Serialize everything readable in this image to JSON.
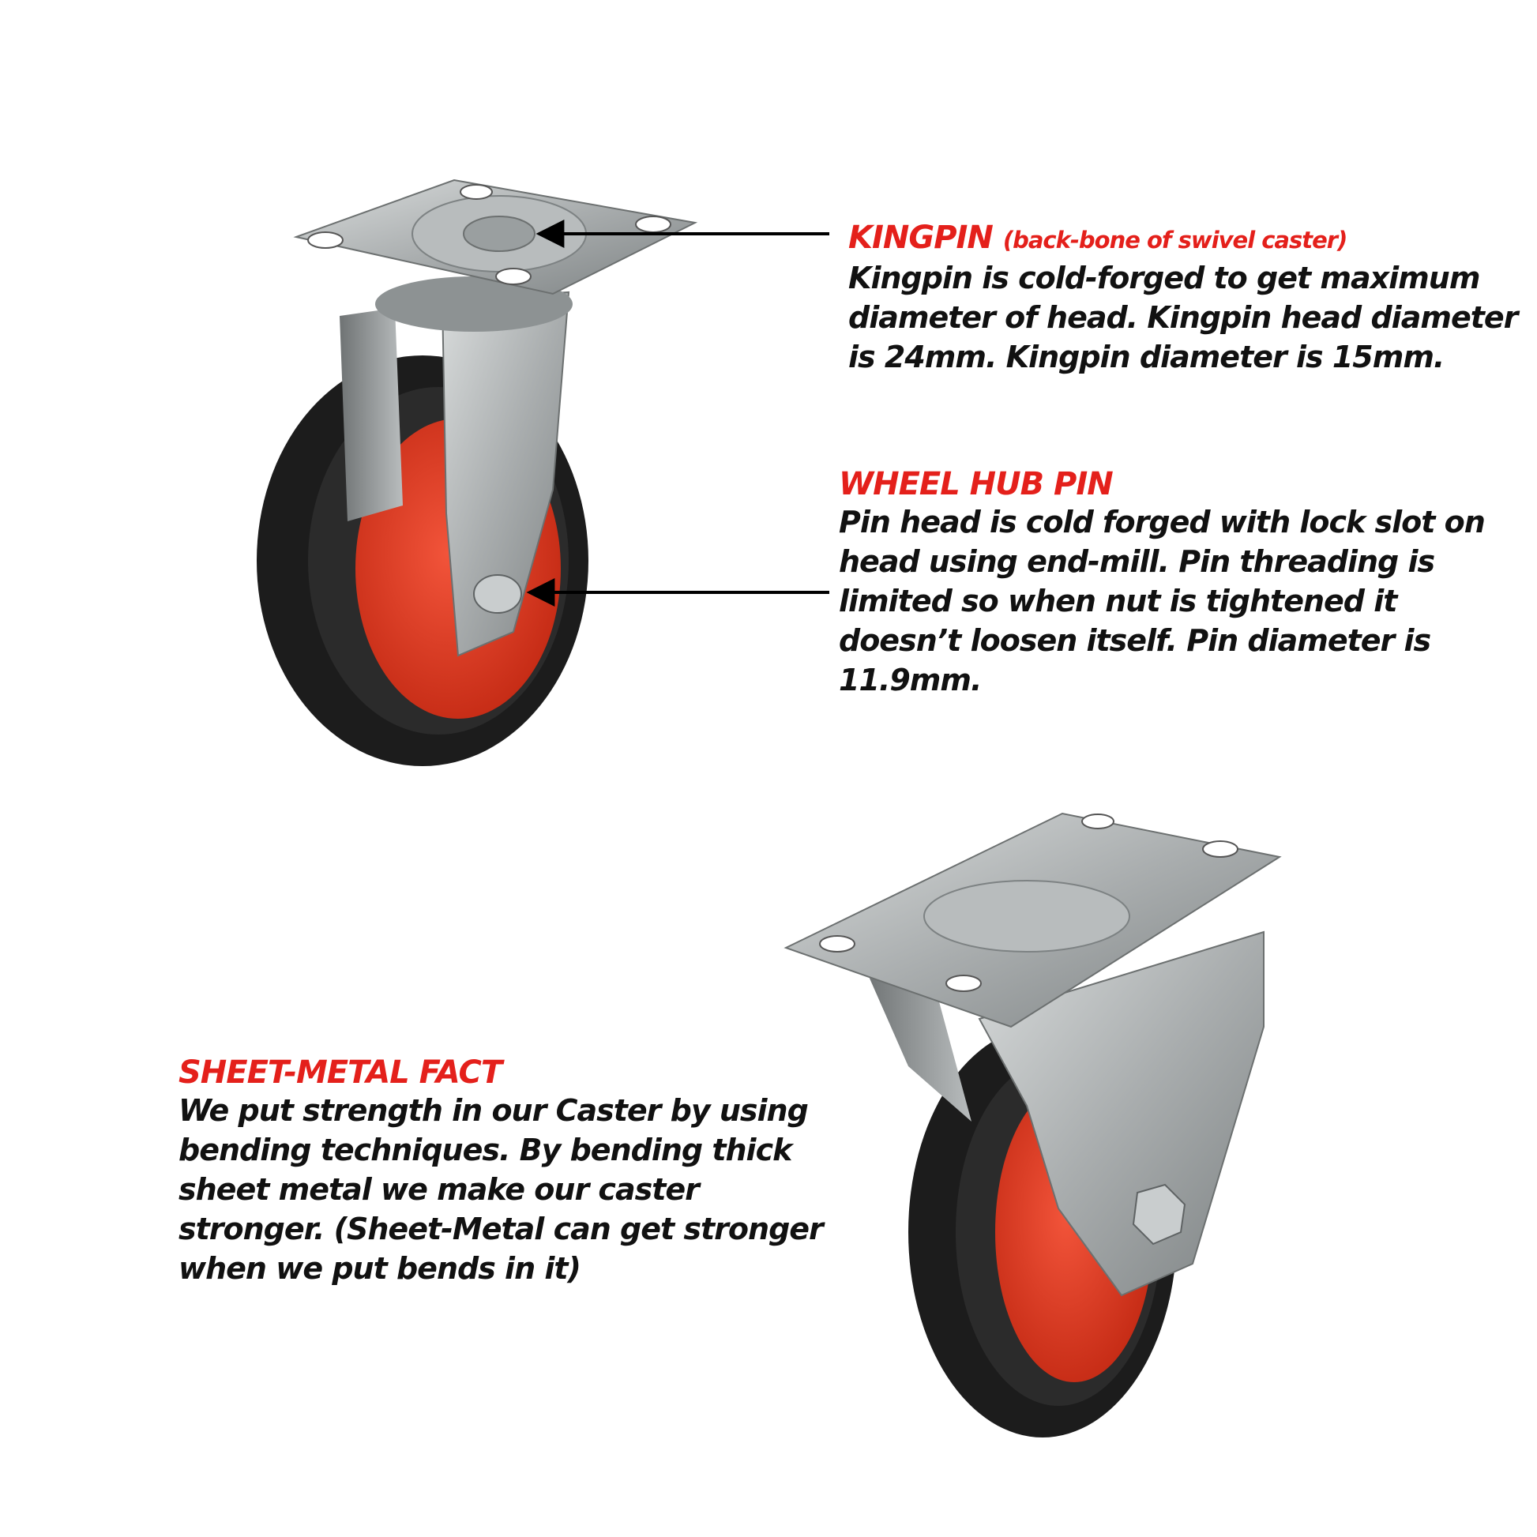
{
  "colors": {
    "heading": "#e4201b",
    "body_text": "#111111",
    "wheel_hub": "#d8391e",
    "tyre": "#1c1c1c",
    "zinc_steel": "#aab0b3"
  },
  "callouts": {
    "kingpin": {
      "heading": "KINGPIN",
      "subheading": "(back-bone of swivel caster)",
      "body": "Kingpin is cold-forged to get maximum diameter of head. Kingpin head diameter is 24mm. Kingpin diameter is 15mm."
    },
    "wheel_hub_pin": {
      "heading": "WHEEL HUB PIN",
      "body": "Pin head is cold forged with lock slot on head using end-mill. Pin threading is limited so when nut is tightened it doesn’t loosen itself. Pin diameter is 11.9mm."
    },
    "sheet_metal": {
      "heading": "SHEET-METAL FACT",
      "body": "We put strength in our Caster by using bending techniques. By bending thick sheet metal we make our caster stronger. (Sheet-Metal can get stronger when we put bends in it)"
    }
  },
  "illustrations": {
    "swivel_caster": "swivel-caster-photo",
    "rigid_caster": "rigid-caster-photo"
  }
}
